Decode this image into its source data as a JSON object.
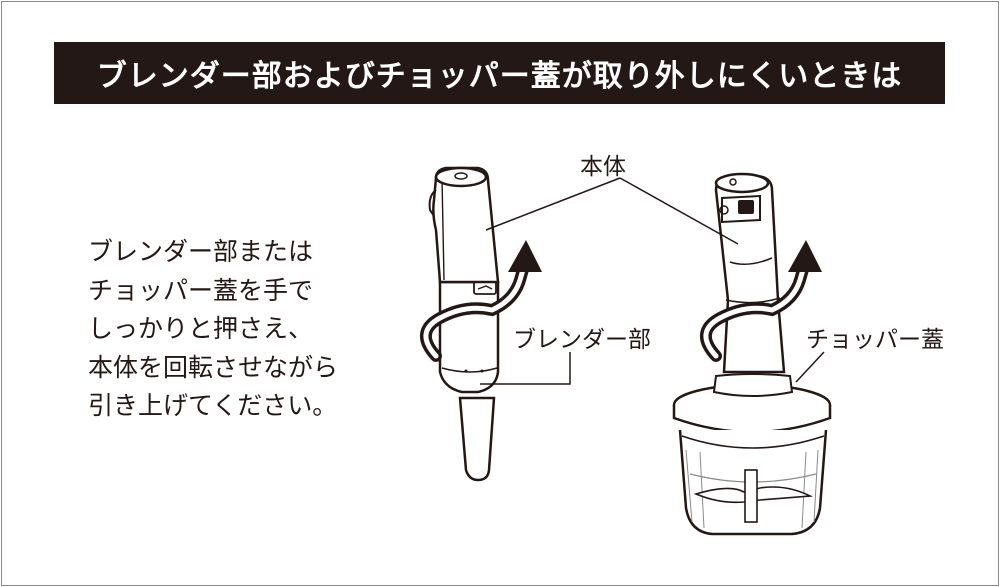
{
  "heading": "ブレンダー部およびチョッパー蓋が取り外しにくいときは",
  "instructions": [
    "ブレンダー部または",
    "チョッパー蓋を手で",
    "しっかりと押さえ、",
    "本体を回転させながら",
    "引き上げてください。"
  ],
  "labels": {
    "body": "本体",
    "blender": "ブレンダー部",
    "chopper_lid": "チョッパー蓋"
  },
  "colors": {
    "banner": "#231815",
    "ink": "#231815",
    "frame": "#8a8a8a"
  }
}
